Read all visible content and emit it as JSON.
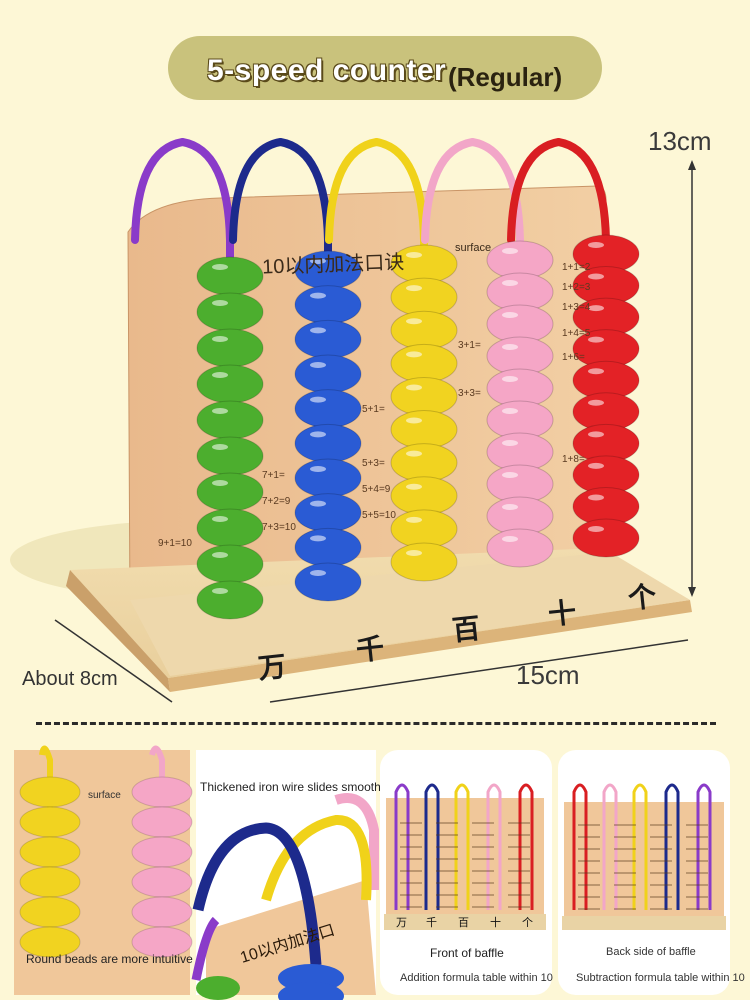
{
  "header": {
    "title": "5-speed counter",
    "subtitle": "(Regular)"
  },
  "dimensions": {
    "height": "13cm",
    "width": "15cm",
    "depth": "About 8cm"
  },
  "board": {
    "top_text": "10以内加法口诀",
    "surface_label": "surface",
    "formulas_left": [
      "9+1=10",
      "7+1=",
      "7+2=9",
      "7+3=10",
      "5+1=",
      "5+3=",
      "5+4=9",
      "5+5=10",
      "3+1=",
      "3+3=",
      "1+1=2",
      "1+2=3",
      "1+3=4",
      "1+4=5",
      "1+6=",
      "1+8="
    ],
    "place_values": [
      "万",
      "千",
      "百",
      "十",
      "个"
    ]
  },
  "bead_colors": [
    "#4cae2e",
    "#2a5bd4",
    "#f1d320",
    "#f5a6c6",
    "#e32226"
  ],
  "wire_colors": [
    "#8a3bc9",
    "#1d2a8c",
    "#f0d21a",
    "#f2a6c8",
    "#d91e22"
  ],
  "panels": [
    {
      "caption": "Round beads are more intuitive",
      "label": "surface"
    },
    {
      "caption": "Thickened iron wire slides smoothly",
      "board_text": "10以内加法口"
    },
    {
      "caption": "Front of baffle",
      "sub_caption": "Addition formula table within 10"
    },
    {
      "caption": "Back side of baffle",
      "sub_caption": "Subtraction formula table within 10"
    }
  ]
}
